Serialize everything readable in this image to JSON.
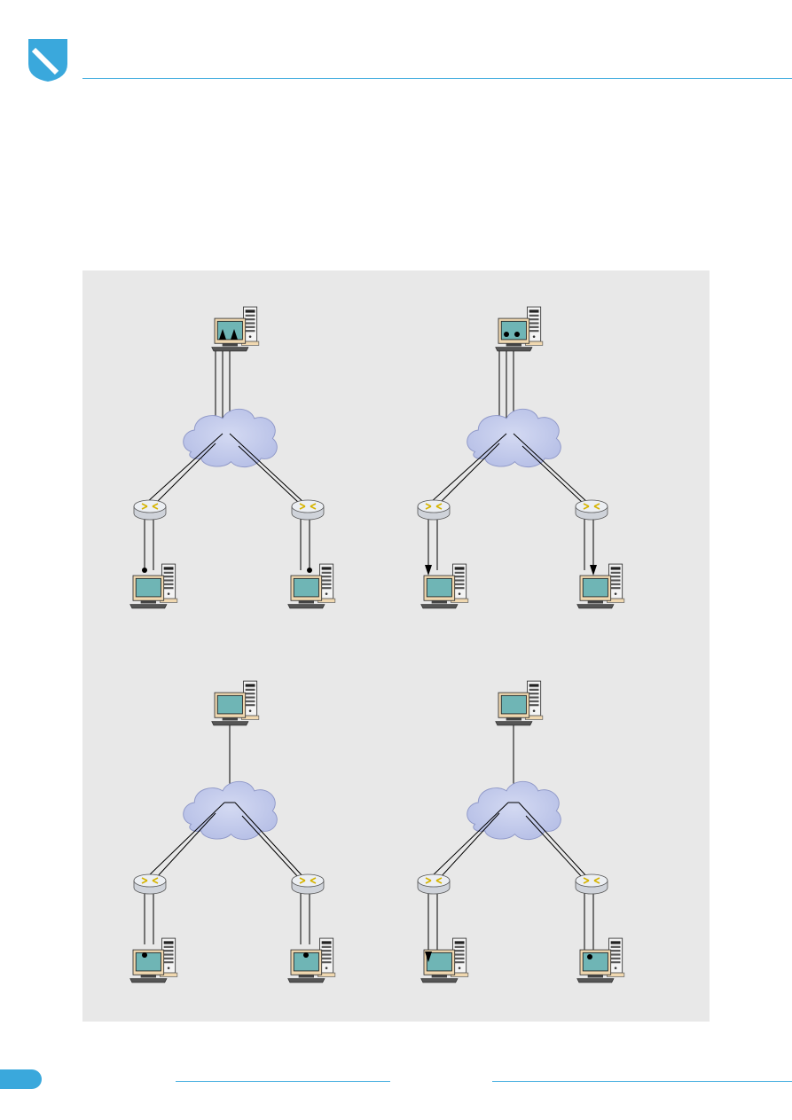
{
  "header": {
    "logo_icon": "shield-logo-icon",
    "accent_color": "#3aa8dc"
  },
  "figure": {
    "background": "#e8e8e8",
    "diagrams": [
      {
        "name": "top-left",
        "paths": "three-wires",
        "source_marks": "arrows-up",
        "receiver_left_mark": "dot",
        "receiver_right_mark": "dot"
      },
      {
        "name": "top-right",
        "paths": "three-wires",
        "source_marks": "dots",
        "receiver_left_mark": "arrow-down",
        "receiver_right_mark": "arrow-down"
      },
      {
        "name": "bottom-left",
        "paths": "single-link",
        "source_marks": "none",
        "receiver_left_mark": "dot-in-screen",
        "receiver_right_mark": "dot-in-screen"
      },
      {
        "name": "bottom-right",
        "paths": "single-link",
        "source_marks": "none",
        "receiver_left_mark": "arrow-down-in-screen",
        "receiver_right_mark": "dot-in-screen"
      }
    ],
    "icons": [
      "cloud-icon",
      "router-icon",
      "computer-icon",
      "tower-icon"
    ]
  },
  "footer": {
    "page_number": ""
  }
}
